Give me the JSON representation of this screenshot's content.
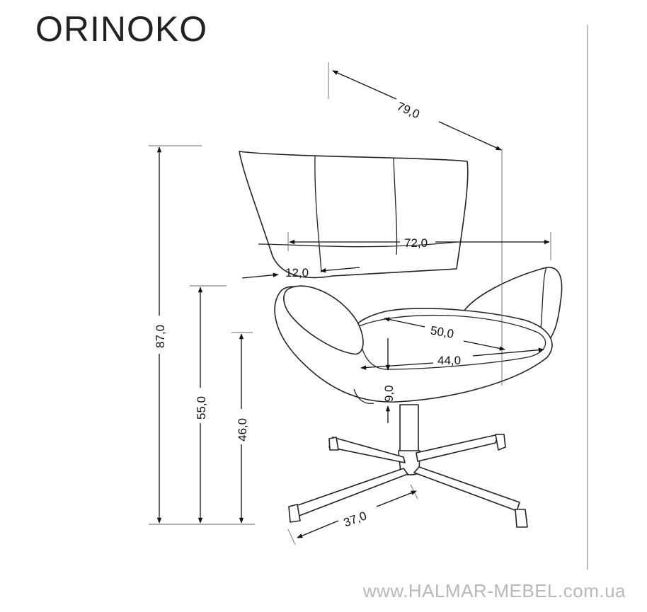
{
  "title": "ORINOKO",
  "footer": "www.HALMAR-MEBEL.com.ua",
  "dimensions": {
    "depth": "79,0",
    "width": "72,0",
    "armrest_width": "12,0",
    "seat_depth": "50,0",
    "seat_width": "44,0",
    "seat_thickness": "9,0",
    "total_height": "87,0",
    "armrest_height": "55,0",
    "seat_height": "46,0",
    "base_radius": "37,0"
  },
  "colors": {
    "line": "#111111",
    "footer_text": "#b8b8b8"
  }
}
